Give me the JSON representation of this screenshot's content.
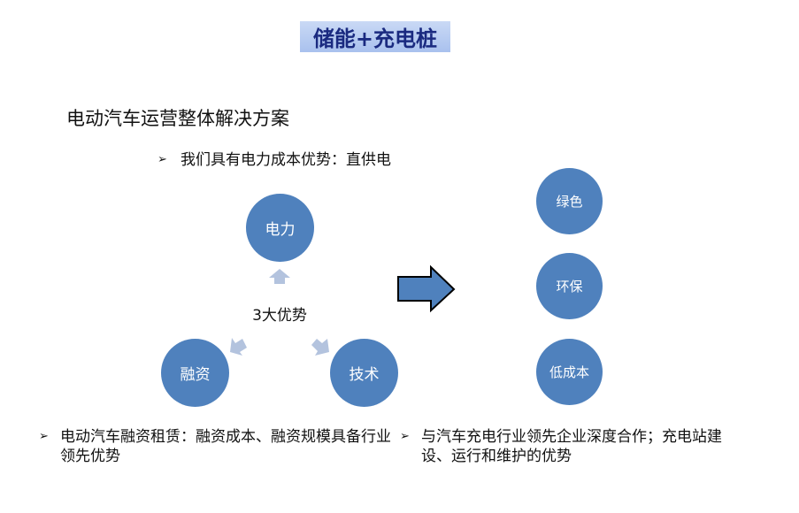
{
  "title": "储能+充电桩",
  "subtitle": "电动汽车运营整体解决方案",
  "bullet_top": "我们具有电力成本优势：直供电",
  "center_label": "3大优势",
  "advantages": [
    "电力",
    "融资",
    "技术"
  ],
  "outcomes": [
    "绿色",
    "环保",
    "低成本"
  ],
  "bullet_left": "电动汽车融资租赁：融资成本、融资规模具备行业领先优势",
  "bullet_right": "与汽车充电行业领先企业深度合作；充电站建设、运行和维护的优势",
  "bullet_marker": "➢",
  "colors": {
    "circle": "#4f81bd",
    "small_arrow": "#b3c3de",
    "title_text": "#1a2a80"
  }
}
